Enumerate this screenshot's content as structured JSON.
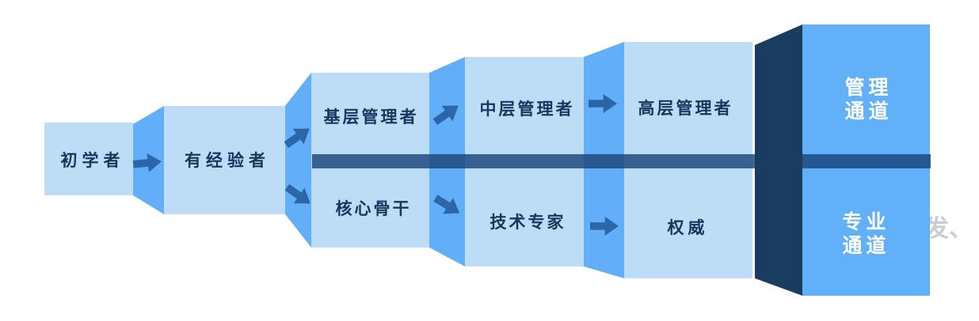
{
  "diagram": {
    "entry_stages": [
      {
        "label": "初学者"
      },
      {
        "label": "有经验者"
      }
    ],
    "management_path": {
      "stages": [
        {
          "label": "基层管理者"
        },
        {
          "label": "中层管理者"
        },
        {
          "label": "高层管理者"
        }
      ],
      "channel": {
        "line1": "管理",
        "line2": "通道"
      }
    },
    "professional_path": {
      "stages": [
        {
          "label": "核心骨干"
        },
        {
          "label": "技术专家"
        },
        {
          "label": "权威"
        }
      ],
      "channel": {
        "line1": "专业",
        "line2": "通道"
      }
    },
    "arrow_icons": [
      "right",
      "up-right",
      "down-right",
      "up-right",
      "down-right",
      "right",
      "right"
    ],
    "watermark": "发、"
  },
  "colors": {
    "light_box": "#BDDCF5",
    "connector": "#63AEF8",
    "channel_box": "#62B1F8",
    "navy": "#1A3C61",
    "divider_bar": "rgba(23,66,120,0.8)",
    "arrow": "#2A66A8",
    "label_text": "#17365D",
    "channel_text": "#FFFFFF",
    "watermark_text": "#C9CCD2"
  }
}
